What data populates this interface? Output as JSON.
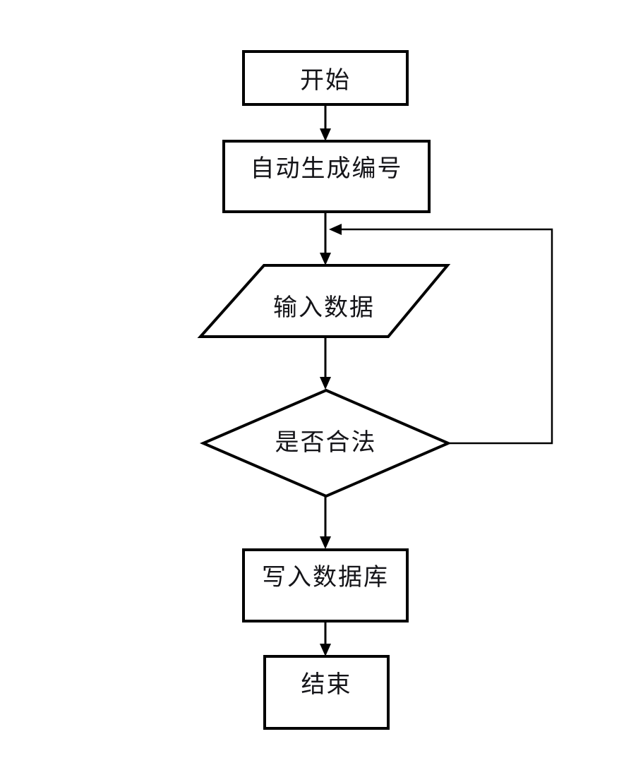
{
  "diagram": {
    "type": "flowchart",
    "background_color": "#ffffff",
    "stroke_color": "#000000",
    "shape_fill_color": "#ffffff",
    "nodes": [
      {
        "id": "start",
        "type": "rectangle",
        "label": "开始"
      },
      {
        "id": "auto-number",
        "type": "rectangle",
        "label": "自动生成编号"
      },
      {
        "id": "input-data",
        "type": "parallelogram",
        "label": "输入数据"
      },
      {
        "id": "validate",
        "type": "diamond",
        "label": "是否合法"
      },
      {
        "id": "write-db",
        "type": "rectangle",
        "label": "写入数据库"
      },
      {
        "id": "end",
        "type": "rectangle",
        "label": "结束"
      }
    ],
    "edges": [
      {
        "from": "start",
        "to": "auto-number",
        "kind": "arrow-down"
      },
      {
        "from": "auto-number",
        "to": "input-data",
        "kind": "arrow-down"
      },
      {
        "from": "input-data",
        "to": "validate",
        "kind": "arrow-down"
      },
      {
        "from": "validate",
        "to": "write-db",
        "kind": "arrow-down"
      },
      {
        "from": "write-db",
        "to": "end",
        "kind": "arrow-down"
      },
      {
        "from": "validate",
        "to": "input-data",
        "kind": "loop-back-right"
      }
    ]
  }
}
